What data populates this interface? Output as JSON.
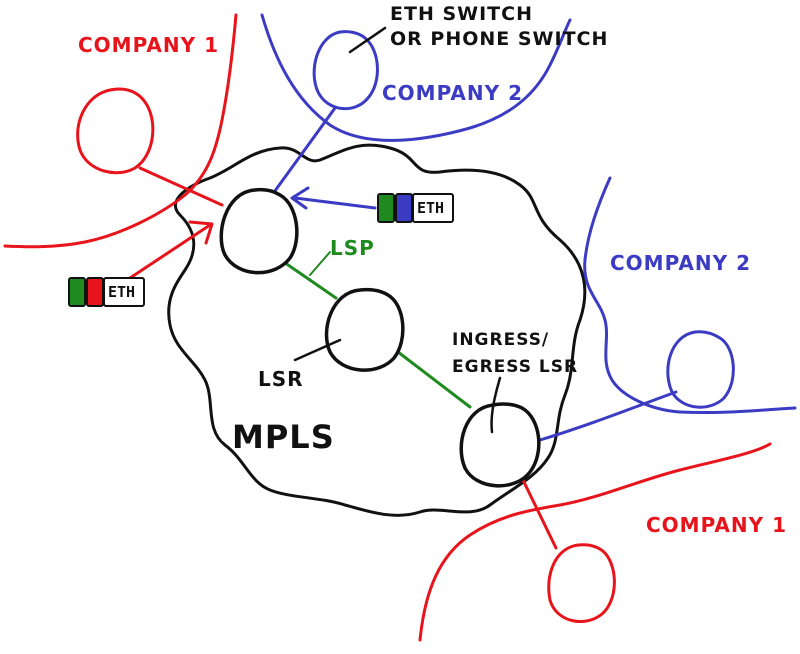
{
  "colors": {
    "company1": "#e8141c",
    "company2": "#3b3bc4",
    "lsp": "#1f8a1f",
    "ink": "#111111"
  },
  "labels": {
    "company1_top": "COMPANY 1",
    "company1_bottom": "COMPANY 1",
    "company2_top": "COMPANY 2",
    "company2_right": "COMPANY 2",
    "switch_line1": "ETH SWITCH",
    "switch_line2": "OR PHONE SWITCH",
    "lsp": "LSP",
    "lsr": "LSR",
    "ingress_line1": "INGRESS/",
    "ingress_line2": "EGRESS LSR",
    "mpls": "MPLS"
  },
  "packets": {
    "left": {
      "label": "ETH",
      "colors": [
        "#1f8a1f",
        "#e8141c"
      ]
    },
    "top": {
      "label": "ETH",
      "colors": [
        "#1f8a1f",
        "#3b3bc4"
      ]
    }
  }
}
